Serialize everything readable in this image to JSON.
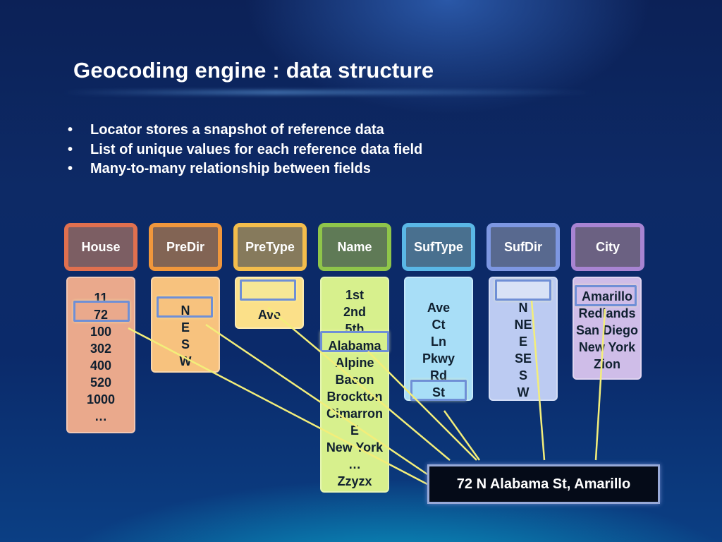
{
  "slide": {
    "title": "Geocoding engine : data structure",
    "bullets": [
      "Locator stores a snapshot of reference data",
      "List of unique values for each reference data field",
      "Many-to-many relationship between fields"
    ],
    "bullet_glyph": "•"
  },
  "fields": [
    {
      "header": "House",
      "values": [
        "11",
        "72",
        "100",
        "302",
        "400",
        "520",
        "1000",
        "…"
      ],
      "header_color": "#e0704f",
      "header_inner": "#7c5e63",
      "list_color": "#eaa98c"
    },
    {
      "header": "PreDir",
      "values": [
        "N",
        "E",
        "S",
        "W"
      ],
      "header_color": "#f0973c",
      "header_inner": "#826454",
      "list_color": "#f7c27e"
    },
    {
      "header": "PreType",
      "values": [
        "Ave"
      ],
      "header_color": "#f3bd4c",
      "header_inner": "#867a5c",
      "list_color": "#fbe089"
    },
    {
      "header": "Name",
      "values": [
        "1st",
        "2nd",
        "5th",
        "Alabama",
        "Alpine",
        "Bacon",
        "Brockton",
        "Cimarron",
        "E",
        "New York",
        "…",
        "Zzyzx"
      ],
      "header_color": "#8fc54a",
      "header_inner": "#5f7a56",
      "list_color": "#d7f08d"
    },
    {
      "header": "SufType",
      "values": [
        "Ave",
        "Ct",
        "Ln",
        "Pkwy",
        "Rd",
        "St"
      ],
      "header_color": "#5ab7e6",
      "header_inner": "#49708f",
      "list_color": "#a8def7"
    },
    {
      "header": "SufDir",
      "values": [
        "N",
        "NE",
        "E",
        "SE",
        "S",
        "W"
      ],
      "header_color": "#7d97e2",
      "header_inner": "#58698f",
      "list_color": "#bccbf2"
    },
    {
      "header": "City",
      "values": [
        "Amarillo",
        "Redlands",
        "San Diego",
        "New York",
        "Zion"
      ],
      "header_color": "#a884d2",
      "header_inner": "#6b6182",
      "list_color": "#cfbde8"
    }
  ],
  "result": {
    "address": "72 N Alabama St, Amarillo"
  },
  "connections": [
    {
      "field": "House",
      "value": "72"
    },
    {
      "field": "PreDir",
      "value": "N"
    },
    {
      "field": "PreType",
      "value": ""
    },
    {
      "field": "Name",
      "value": "Alabama"
    },
    {
      "field": "SufType",
      "value": "St"
    },
    {
      "field": "SufDir",
      "value": ""
    },
    {
      "field": "City",
      "value": "Amarillo"
    }
  ],
  "colors": {
    "link_line": "#f3ee7a",
    "highlight": "#6f8fd6",
    "title": "#ffffff"
  }
}
